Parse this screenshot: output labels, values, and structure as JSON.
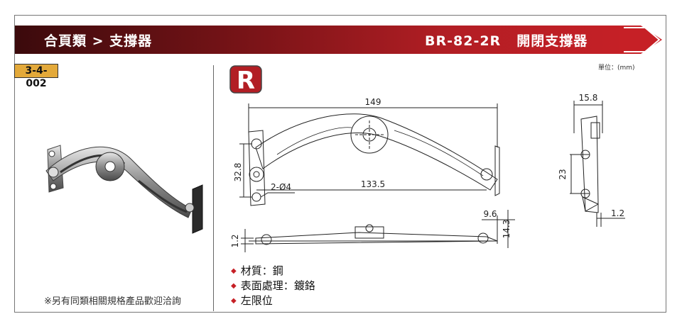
{
  "header": {
    "category": "合頁類 > 支撐器",
    "model": "BR-82-2R",
    "product_name": "開閉支撐器"
  },
  "product_code": "3-4-002",
  "unit_label": "單位：(mm)",
  "badge_letter": "R",
  "dimensions": {
    "overall_length": "149",
    "hole_span": "133.5",
    "height": "32.8",
    "holes": "2-Ø4",
    "offset": "9.6",
    "depth": "14.3",
    "thickness": "1.2",
    "side_width": "15.8",
    "side_height": "23",
    "side_thickness": "1.2"
  },
  "features": [
    {
      "text": "材質：鋼"
    },
    {
      "text": "表面處理：鍍鉻"
    },
    {
      "text": "左限位"
    }
  ],
  "note": "※另有同類相關規格產品歡迎洽詢",
  "colors": {
    "banner_dark": "#3b0a0c",
    "banner_red": "#c62026",
    "badge_gold": "#e3a93a"
  }
}
